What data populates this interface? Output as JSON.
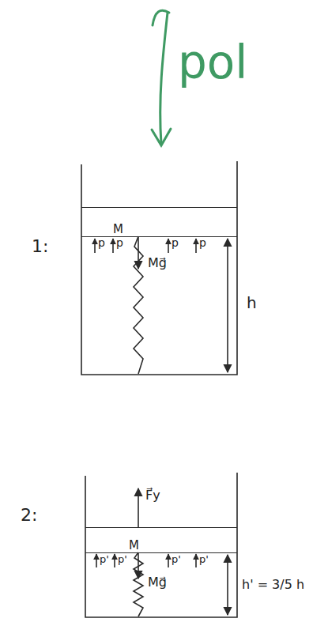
{
  "diagram": {
    "nodes": [
      {
        "text": [
          "M"
        ]
      },
      {
        "text": [
          "M"
        ]
      }
    ],
    "labels": [
      "pol",
      "1:",
      "p",
      "p",
      "p",
      "p",
      "Mg⃗",
      "h",
      "2:",
      "F⃗y",
      "p'",
      "p'",
      "p'",
      "p'",
      "Mg⃗",
      "h' = 3/5 h"
    ]
  }
}
